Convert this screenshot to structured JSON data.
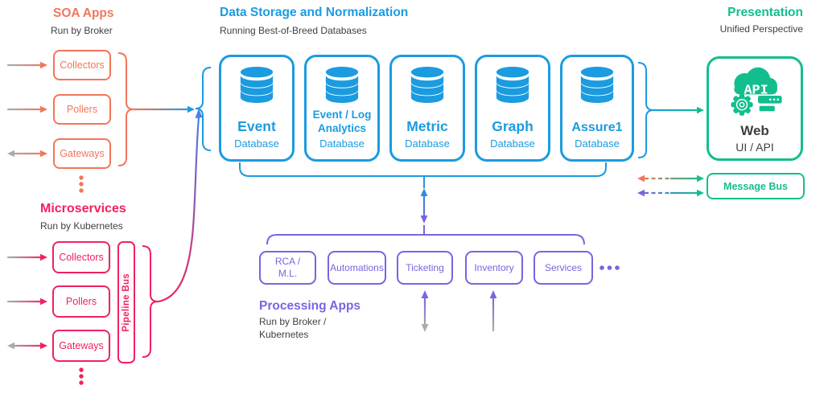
{
  "palette": {
    "coral": "#F2765B",
    "pink": "#F2215E",
    "blue": "#1B9BE0",
    "purple": "#7A64E0",
    "green": "#13BE8E",
    "text_gray": "#3F3F3F",
    "arrow_gray": "#ABABAB"
  },
  "soa": {
    "title": "SOA Apps",
    "subtitle": "Run by Broker",
    "boxes": [
      "Collectors",
      "Pollers",
      "Gateways"
    ]
  },
  "microservices": {
    "title": "Microservices",
    "subtitle": "Run by Kubernetes",
    "boxes": [
      "Collectors",
      "Pollers",
      "Gateways"
    ],
    "bus": "Pipeline Bus"
  },
  "storage": {
    "title": "Data Storage and Normalization",
    "subtitle": "Running Best-of-Breed Databases",
    "databases": [
      {
        "name": "Event",
        "sub": "Database"
      },
      {
        "name1": "Event / Log",
        "name2": "Analytics",
        "sub": "Database"
      },
      {
        "name": "Metric",
        "sub": "Database"
      },
      {
        "name": "Graph",
        "sub": "Database"
      },
      {
        "name": "Assure1",
        "sub": "Database"
      }
    ]
  },
  "processing": {
    "title": "Processing Apps",
    "subtitle1": "Run by Broker /",
    "subtitle2": "Kubernetes",
    "boxes": [
      {
        "line1": "RCA /",
        "line2": "M.L."
      },
      {
        "line1": "Automations"
      },
      {
        "line1": "Ticketing"
      },
      {
        "line1": "Inventory"
      },
      {
        "line1": "Services"
      }
    ]
  },
  "presentation": {
    "title": "Presentation",
    "subtitle": "Unified Perspective",
    "web_label": "Web",
    "web_sub": "UI / API",
    "message_bus": "Message Bus"
  },
  "icons": {
    "database": "database-cylinder-icon",
    "web": "api-cloud-gear-icon"
  }
}
